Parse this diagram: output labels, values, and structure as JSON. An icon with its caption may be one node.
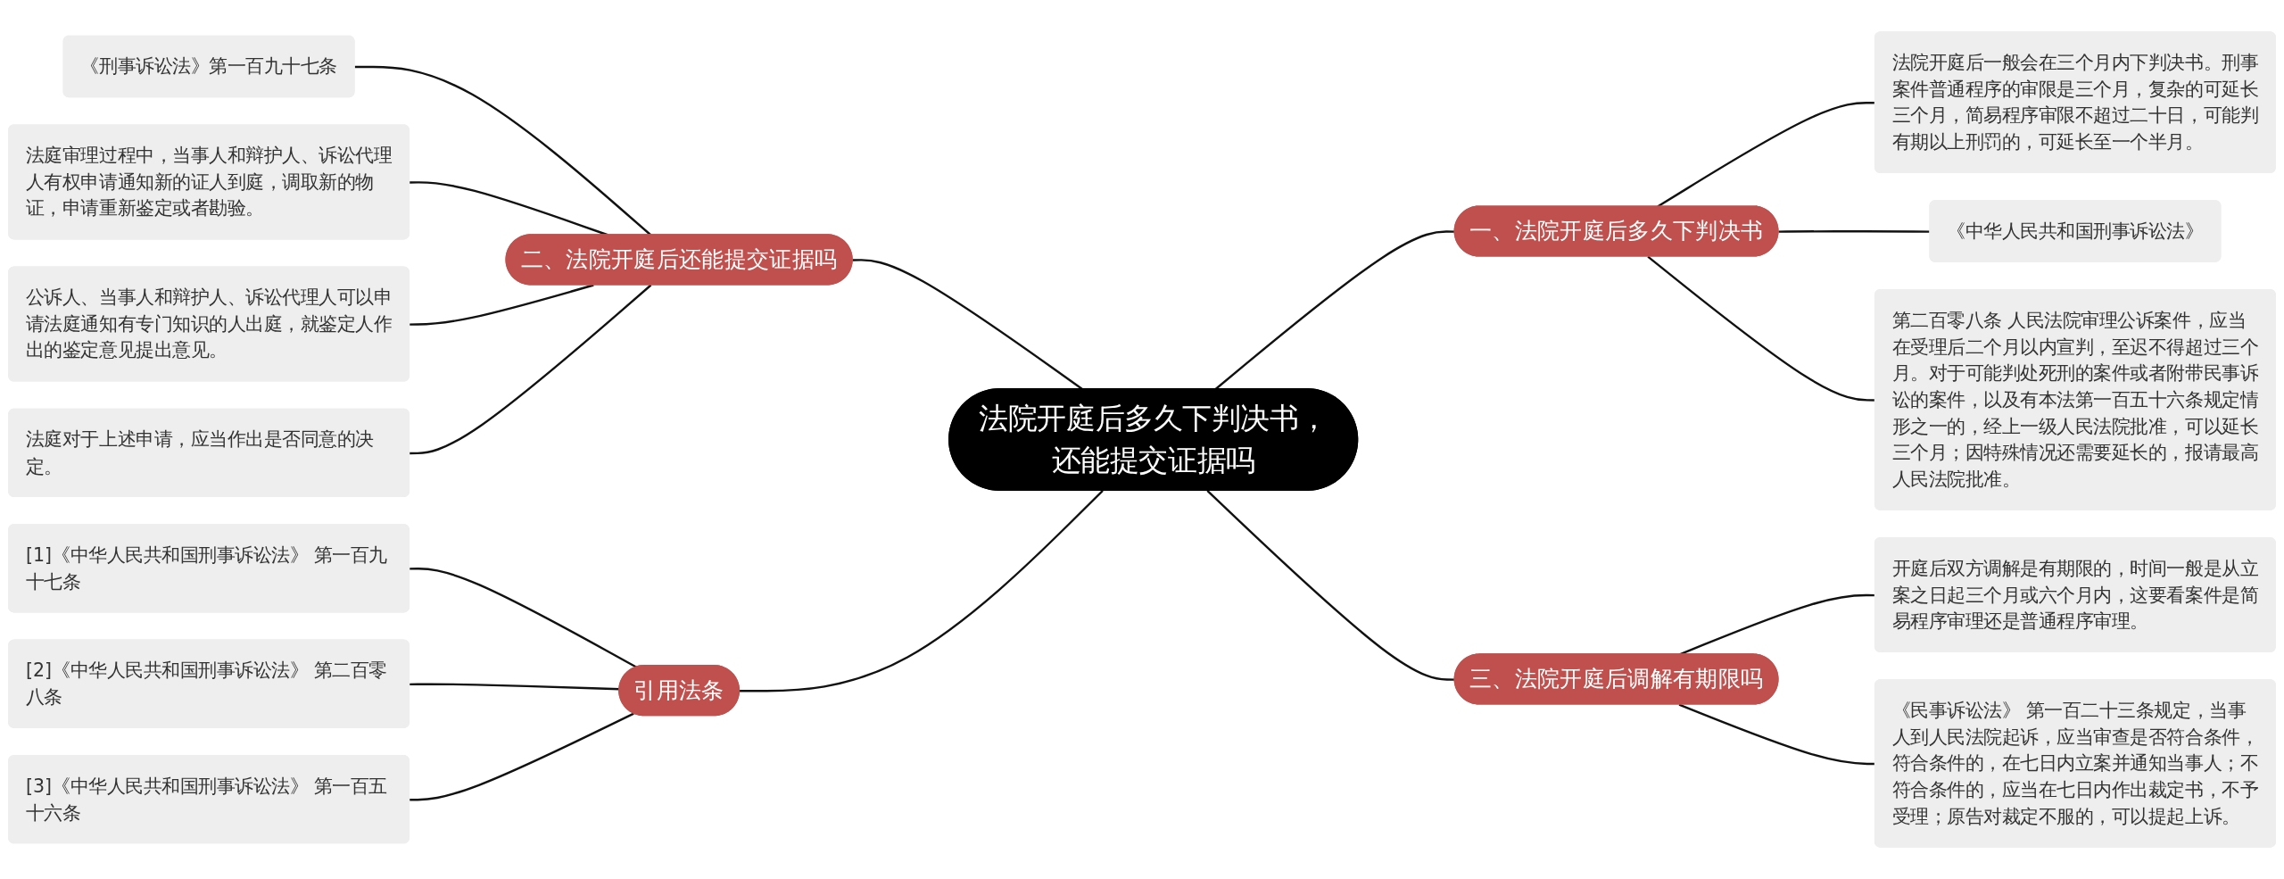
{
  "diagram": {
    "nodes": [
      {
        "text": [
          "法院开庭后多久下判决书，还能提交证据吗"
        ]
      },
      {
        "text": [
          "一、法院开庭后多久下判决书"
        ]
      },
      {
        "text": [
          "法院开庭后一般会在三个月内下判决书。刑事案件普通程序的审限是三个月，复杂的可延长三个月，简易程序审限不超过二十日，可能判有期以上刑罚的，可延长至一个半月。"
        ]
      },
      {
        "text": [
          "《中华人民共和国刑事诉讼法》"
        ]
      },
      {
        "text": [
          "第二百零八条 人民法院审理公诉案件，应当在受理后二个月以内宣判，至迟不得超过三个月。对于可能判处死刑的案件或者附带民事诉讼的案件，以及有本法第一百五十六条规定情形之一的，经上一级人民法院批准，可以延长三个月；因特殊情况还需要延长的，报请最高人民法院批准。"
        ]
      },
      {
        "text": [
          "二、法院开庭后还能提交证据吗"
        ]
      },
      {
        "text": [
          "《刑事诉讼法》第一百九十七条"
        ]
      },
      {
        "text": [
          "法庭审理过程中，当事人和辩护人、诉讼代理人有权申请通知新的证人到庭，调取新的物证，申请重新鉴定或者勘验。"
        ]
      },
      {
        "text": [
          "公诉人、当事人和辩护人、诉讼代理人可以申请法庭通知有专门知识的人出庭，就鉴定人作出的鉴定意见提出意见。"
        ]
      },
      {
        "text": [
          "法庭对于上述申请，应当作出是否同意的决定。"
        ]
      },
      {
        "text": [
          "三、法院开庭后调解有期限吗"
        ]
      },
      {
        "text": [
          "开庭后双方调解是有期限的，时间一般是从立案之日起三个月或六个月内，这要看案件是简易程序审理还是普通程序审理。"
        ]
      },
      {
        "text": [
          "《民事诉讼法》 第一百二十三条规定，当事人到人民法院起诉，应当审查是否符合条件，符合条件的，在七日内立案并通知当事人；不符合条件的，应当在七日内作出裁定书，不予受理；原告对裁定不服的，可以提起上诉。"
        ]
      },
      {
        "text": [
          "引用法条"
        ]
      },
      {
        "text": [
          "[1]《中华人民共和国刑事诉讼法》 第一百九十七条"
        ]
      },
      {
        "text": [
          "[2]《中华人民共和国刑事诉讼法》 第二百零八条"
        ]
      },
      {
        "text": [
          "[3]《中华人民共和国刑事诉讼法》 第一百五十六条"
        ]
      }
    ],
    "edges": [
      {
        "from": 0,
        "to": 1,
        "arrow": "none"
      },
      {
        "from": 1,
        "to": 2,
        "arrow": "none"
      },
      {
        "from": 1,
        "to": 3,
        "arrow": "none"
      },
      {
        "from": 1,
        "to": 4,
        "arrow": "none"
      },
      {
        "from": 0,
        "to": 5,
        "arrow": "none"
      },
      {
        "from": 5,
        "to": 6,
        "arrow": "none"
      },
      {
        "from": 5,
        "to": 7,
        "arrow": "none"
      },
      {
        "from": 5,
        "to": 8,
        "arrow": "none"
      },
      {
        "from": 5,
        "to": 9,
        "arrow": "none"
      },
      {
        "from": 0,
        "to": 10,
        "arrow": "none"
      },
      {
        "from": 10,
        "to": 11,
        "arrow": "none"
      },
      {
        "from": 10,
        "to": 12,
        "arrow": "none"
      },
      {
        "from": 0,
        "to": 13,
        "arrow": "none"
      },
      {
        "from": 13,
        "to": 14,
        "arrow": "none"
      },
      {
        "from": 13,
        "to": 15,
        "arrow": "none"
      },
      {
        "from": 13,
        "to": 16,
        "arrow": "none"
      }
    ]
  }
}
